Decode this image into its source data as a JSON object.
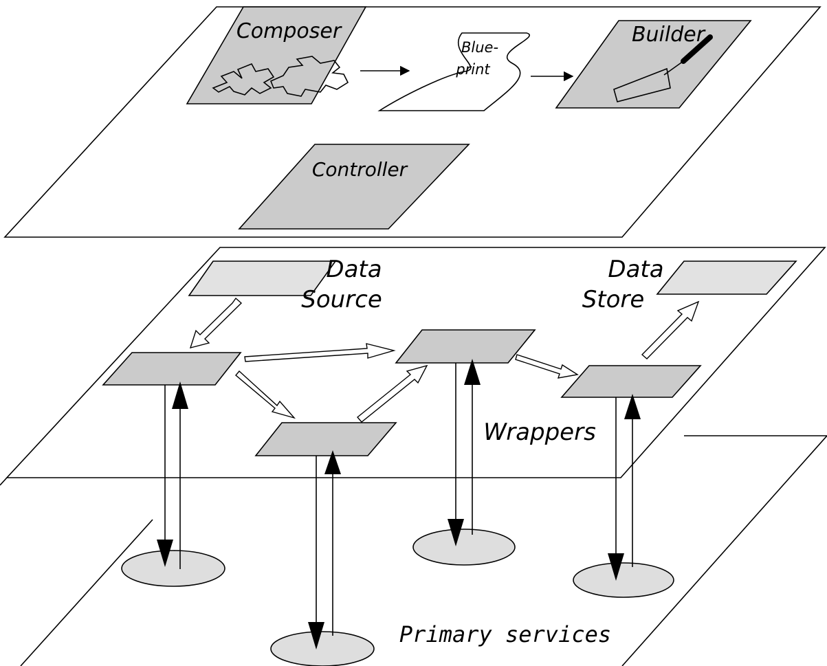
{
  "labels": {
    "composer": "Composer",
    "blueprint_line1": "Blue-",
    "blueprint_line2": "print",
    "builder": "Builder",
    "controller": "Controller",
    "data_source_line1": "Data",
    "data_source_line2": "Source",
    "data_store_line1": "Data",
    "data_store_line2": "Store",
    "wrappers": "Wrappers",
    "primary_services": "Primary services"
  },
  "colors": {
    "tile_fill": "#cbcbcb",
    "light_tile_fill": "#e2e2e2",
    "service_fill": "#dedede",
    "outline": "#000000",
    "background": "#ffffff"
  },
  "icons": {
    "composer": "puzzle-pieces-icon",
    "builder": "trowel-icon"
  }
}
